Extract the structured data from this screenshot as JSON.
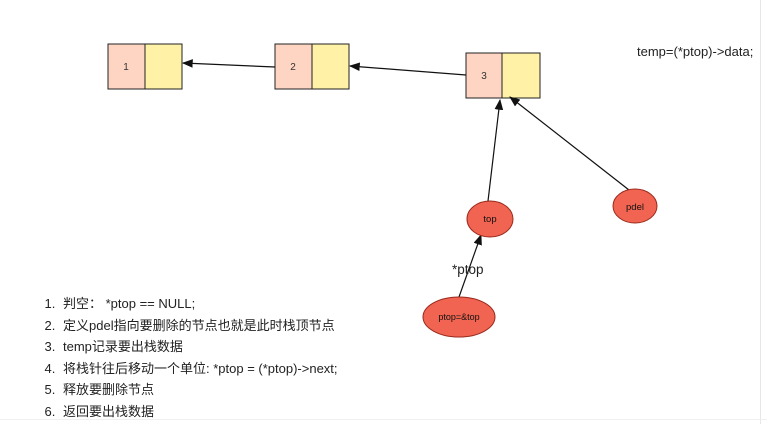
{
  "nodes": [
    {
      "label": "1"
    },
    {
      "label": "2"
    },
    {
      "label": "3"
    }
  ],
  "pointers": [
    {
      "label": "top"
    },
    {
      "label": "pdel"
    },
    {
      "label": "ptop=&top"
    }
  ],
  "formula": "temp=(*ptop)->data;",
  "edge_label": "*ptop",
  "steps": [
    "判空： *ptop == NULL;",
    "定义pdel指向要删除的节点也就是此时栈顶节点",
    "temp记录要出栈数据",
    "将栈针往后移动一个单位: *ptop = (*ptop)->next;",
    "释放要删除节点",
    "返回要出栈数据"
  ],
  "colors": {
    "node_data": "#fdd5c2",
    "node_next": "#fff2a6",
    "node_border": "#222222",
    "pointer_fill": "#f06451",
    "pointer_border": "#9a2a1c",
    "arrow": "#111111"
  }
}
